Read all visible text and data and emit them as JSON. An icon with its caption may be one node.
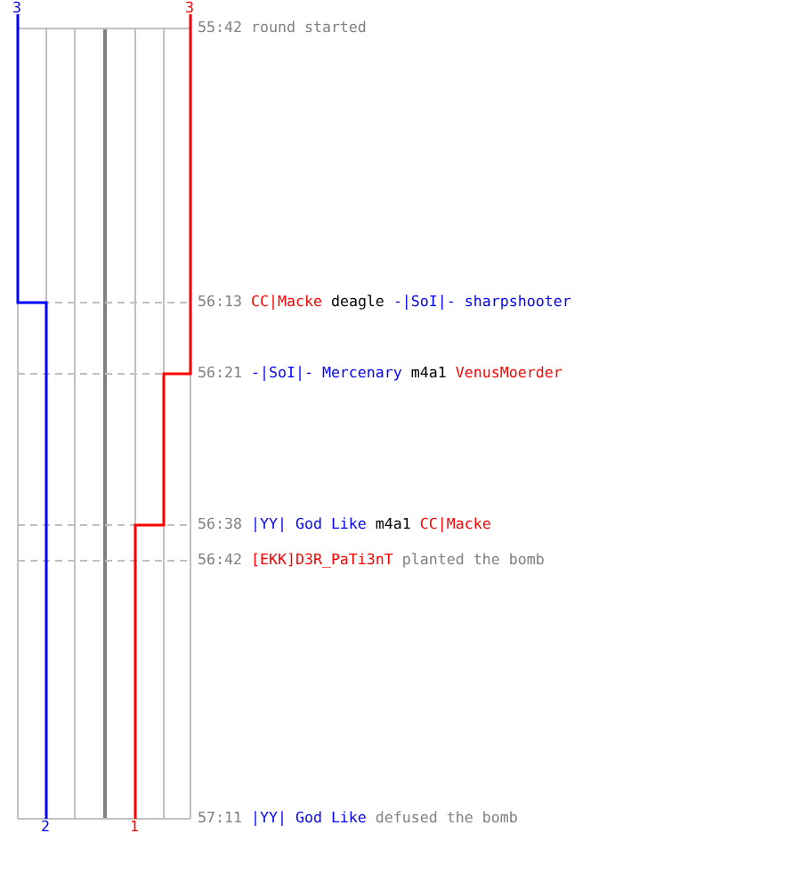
{
  "diagram": {
    "labels": [
      "3",
      "3",
      "55:42",
      "round started",
      "56:13",
      "CC|Macke",
      "deagle",
      "-|SoI|- sharpshooter",
      "56:21",
      "-|SoI|- Mercenary",
      "m4a1",
      "VenusMoerder",
      "56:38",
      "|YY| God Like",
      "m4a1",
      "CC|Macke",
      "56:42",
      "[EKK]D3R_PaTi3nT",
      "planted the bomb",
      "2",
      "1",
      "57:11",
      "|YY| God Like",
      "defused the bomb"
    ]
  }
}
